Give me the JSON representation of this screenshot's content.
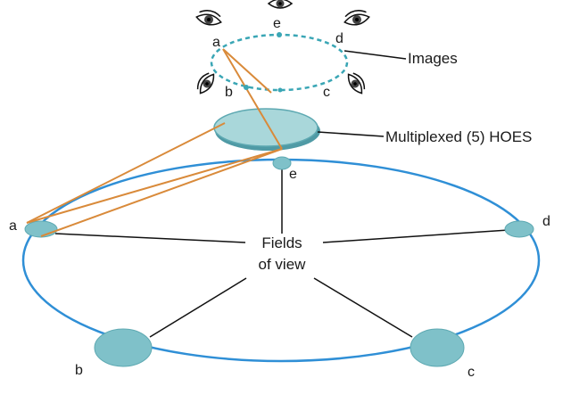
{
  "labels": {
    "images": "Images",
    "hoes": "Multiplexed (5) HOES",
    "fields_line1": "Fields",
    "fields_line2": "of view"
  },
  "image_points": {
    "a": "a",
    "b": "b",
    "c": "c",
    "d": "d",
    "e": "e"
  },
  "field_points": {
    "a": "a",
    "b": "b",
    "c": "c",
    "d": "d",
    "e": "e"
  },
  "colors": {
    "ellipse_stroke": "#2f8fd6",
    "dashed_ring": "#3aa6b5",
    "fill_teal": "#7fc1c9",
    "fill_teal_light": "#a9d7da",
    "orange_rays": "#d98a3a",
    "leader_line": "#111111"
  }
}
